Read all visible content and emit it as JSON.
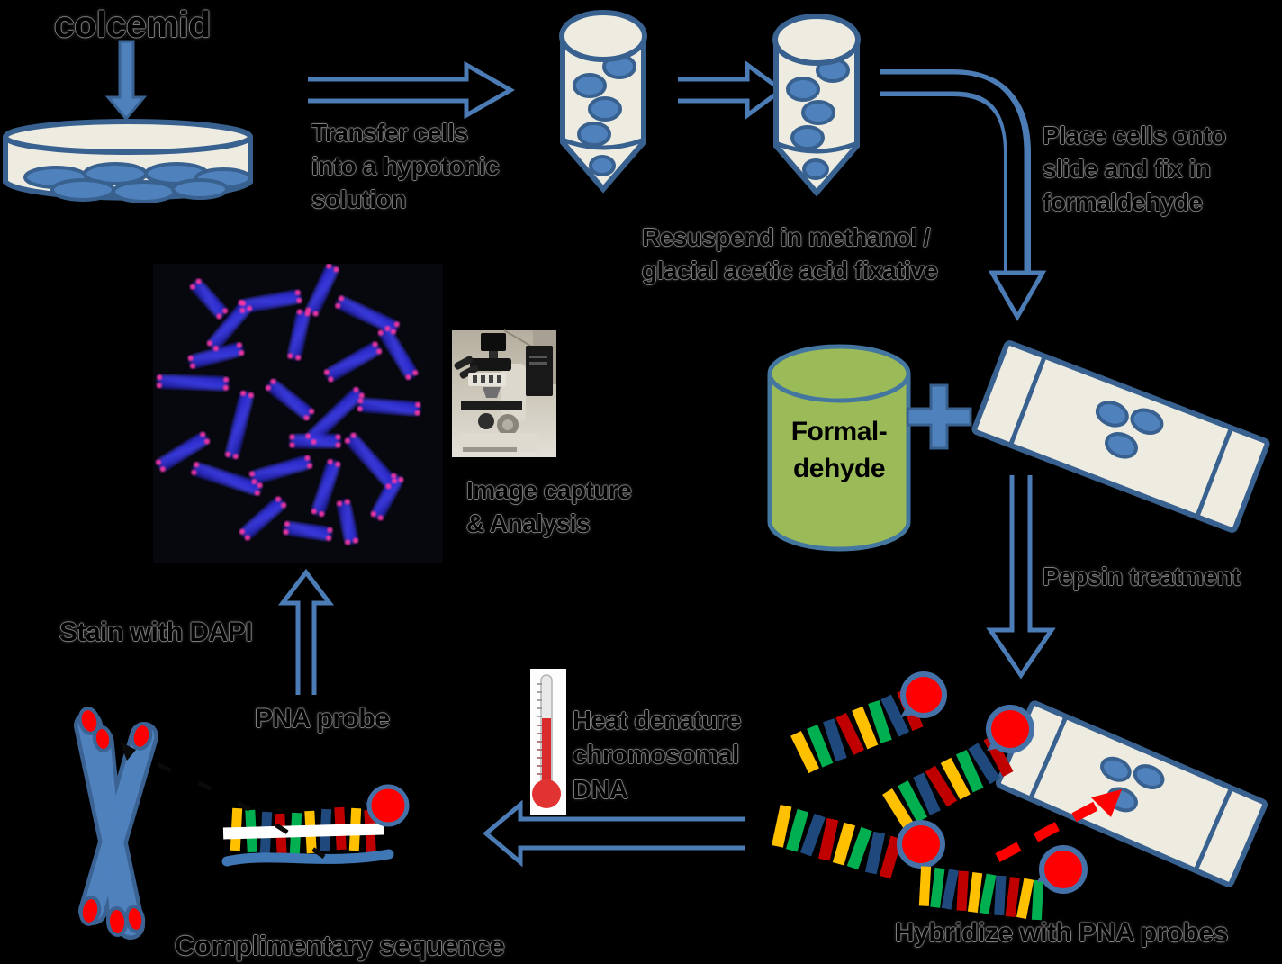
{
  "type": "process-diagram",
  "labels": {
    "colcemid": "colcemid",
    "transfer": "Transfer cells\ninto a hypotonic\nsolution",
    "resuspend": "Resuspend in methanol /\nglacial acetic acid fixative",
    "place_cells": "Place cells onto\nslide and fix in\nformaldehyde",
    "formaldehyde": "Formal-\ndehyde",
    "pepsin": "Pepsin treatment",
    "image_capture": "Image capture\n& Analysis",
    "stain_dapi": "Stain with DAPI",
    "pna_probe": "PNA probe",
    "heat_denature": "Heat denature\nchromosomal\nDNA",
    "complimentary": "Complimentary sequence",
    "hybridize": "Hybridize with PNA probes"
  },
  "palette": {
    "shape_blue": "#4F81BD",
    "shape_blue_dark": "#38618F",
    "outline_arrow_blue": "#4C7CB5",
    "cream": "#EEECE1",
    "formaldehyde_green": "#9BBB59",
    "probe_red_circle": "#FF0000",
    "probe_dark_red": "#C00000",
    "probe_yellow": "#FFC000",
    "probe_green": "#00B050",
    "probe_navy": "#1F497D",
    "dapi_chromosome_blue": "#2A2AD0",
    "telomere_pink": "#FF37A8",
    "dashed_arrow_red": "#FF0000",
    "text": "#000000"
  },
  "icons": [
    "petri-dish-icon",
    "down-arrow-icon",
    "right-arrow-icon",
    "centrifuge-tube-icon",
    "curved-arrow-icon",
    "formaldehyde-cylinder-icon",
    "plus-icon",
    "microscope-slide-icon",
    "pepsin-down-arrow-icon",
    "dapi-metaphase-image",
    "microscope-icon",
    "stain-up-arrow-icon",
    "chromosome-icon",
    "pna-probe-strip-icon",
    "red-fluorophore-icon",
    "thermometer-icon",
    "left-arrow-icon",
    "red-dashed-arrow-icon",
    "black-dashed-arrow-icon"
  ]
}
